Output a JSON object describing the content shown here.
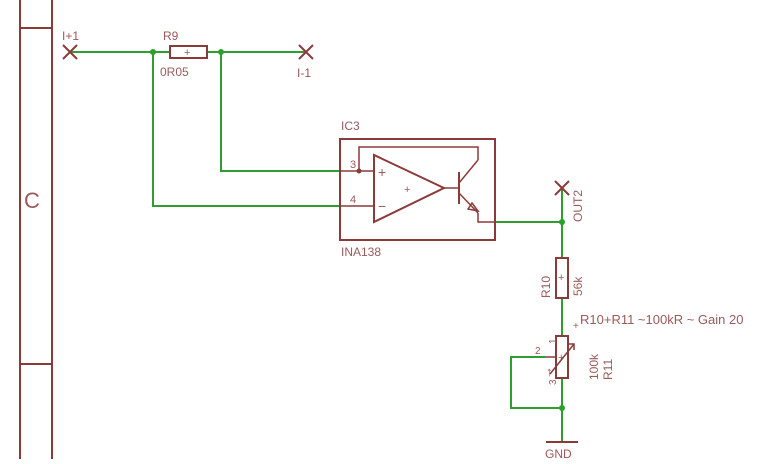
{
  "colors": {
    "symbol": "#8b3a3a",
    "wire": "#2e9e2e",
    "text": "#9a5a5a",
    "background": "#ffffff"
  },
  "frame": {
    "label": "C"
  },
  "nets": {
    "in_plus": "I+1",
    "in_minus": "I-1",
    "out": "OUT2",
    "gnd": "GND"
  },
  "r9": {
    "name": "R9",
    "value": "0R05"
  },
  "ic3": {
    "name": "IC3",
    "part": "INA138",
    "pin_plus": "3",
    "pin_minus": "4"
  },
  "r10": {
    "name": "R10",
    "value": "56k"
  },
  "r11": {
    "name": "R11",
    "value": "100k",
    "pin1": "1",
    "pin2": "2",
    "pin3": "3"
  },
  "note": "R10+R11 ~100kR ~ Gain 20"
}
